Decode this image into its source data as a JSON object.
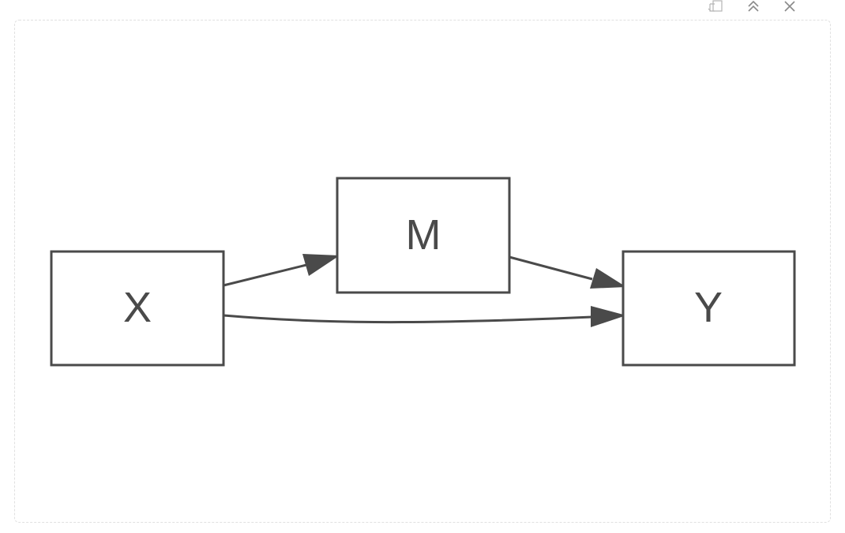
{
  "toolbar": {
    "icons": [
      "copy-icon",
      "collapse-icon",
      "close-icon"
    ]
  },
  "diagram": {
    "nodes": [
      {
        "id": "X",
        "label": "X"
      },
      {
        "id": "M",
        "label": "M"
      },
      {
        "id": "Y",
        "label": "Y"
      }
    ],
    "edges": [
      {
        "from": "X",
        "to": "M"
      },
      {
        "from": "M",
        "to": "Y"
      },
      {
        "from": "X",
        "to": "Y"
      }
    ],
    "colors": {
      "stroke": "#4a4a4a",
      "frame": "#e0e0e0",
      "toolbar_icon": "#8a8a8a"
    }
  }
}
